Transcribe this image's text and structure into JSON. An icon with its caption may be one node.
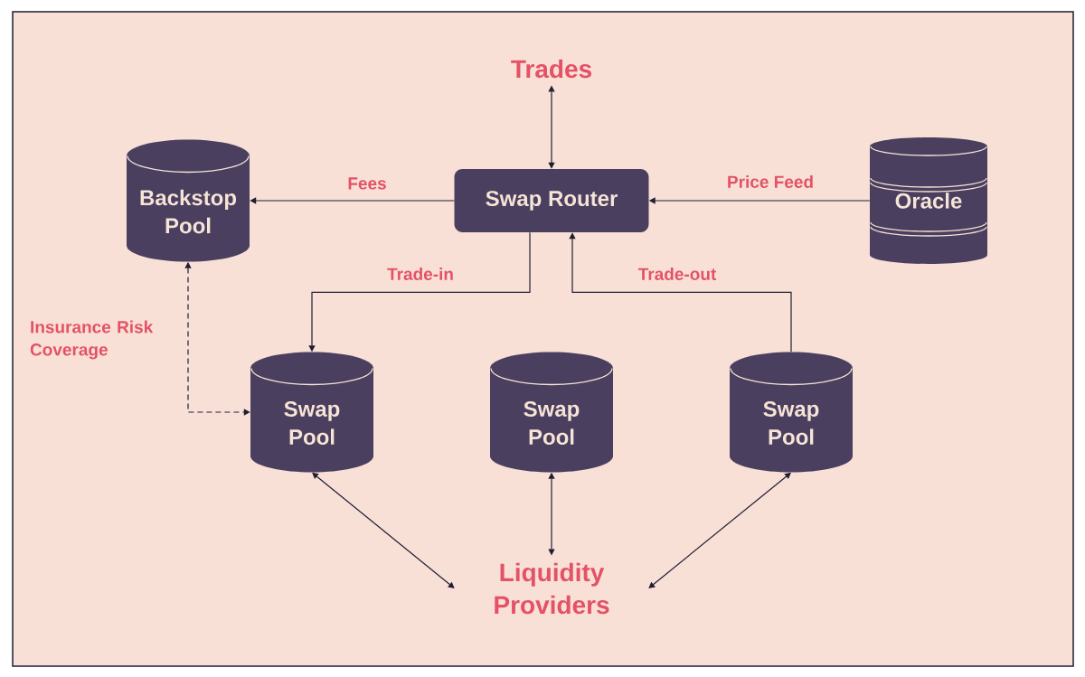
{
  "diagram": {
    "nodes": [
      {
        "text": [
          "Trades"
        ]
      },
      {
        "text": [
          "Backstop Pool"
        ]
      },
      {
        "text": [
          "Swap Router"
        ]
      },
      {
        "text": [
          "Oracle"
        ]
      },
      {
        "text": [
          "Swap Pool"
        ]
      },
      {
        "text": [
          "Swap Pool"
        ]
      },
      {
        "text": [
          "Swap Pool"
        ]
      },
      {
        "text": [
          "Liquidity Providers"
        ]
      }
    ],
    "edges": [
      {
        "from": 0,
        "to": 2,
        "arrow": "both"
      },
      {
        "from": 2,
        "to": 1,
        "arrow": "to",
        "label": "Fees"
      },
      {
        "from": 3,
        "to": 2,
        "arrow": "to",
        "label": "Price Feed"
      },
      {
        "from": 2,
        "to": 4,
        "arrow": "to",
        "label": "Trade-in"
      },
      {
        "from": 6,
        "to": 2,
        "arrow": "to",
        "label": "Trade-out"
      },
      {
        "from": 1,
        "to": 4,
        "arrow": "both",
        "style": "dashed",
        "label": "Insurance Risk Coverage"
      },
      {
        "from": 4,
        "to": 7,
        "arrow": "both"
      },
      {
        "from": 5,
        "to": 7,
        "arrow": "both"
      },
      {
        "from": 6,
        "to": 7,
        "arrow": "both"
      }
    ]
  }
}
